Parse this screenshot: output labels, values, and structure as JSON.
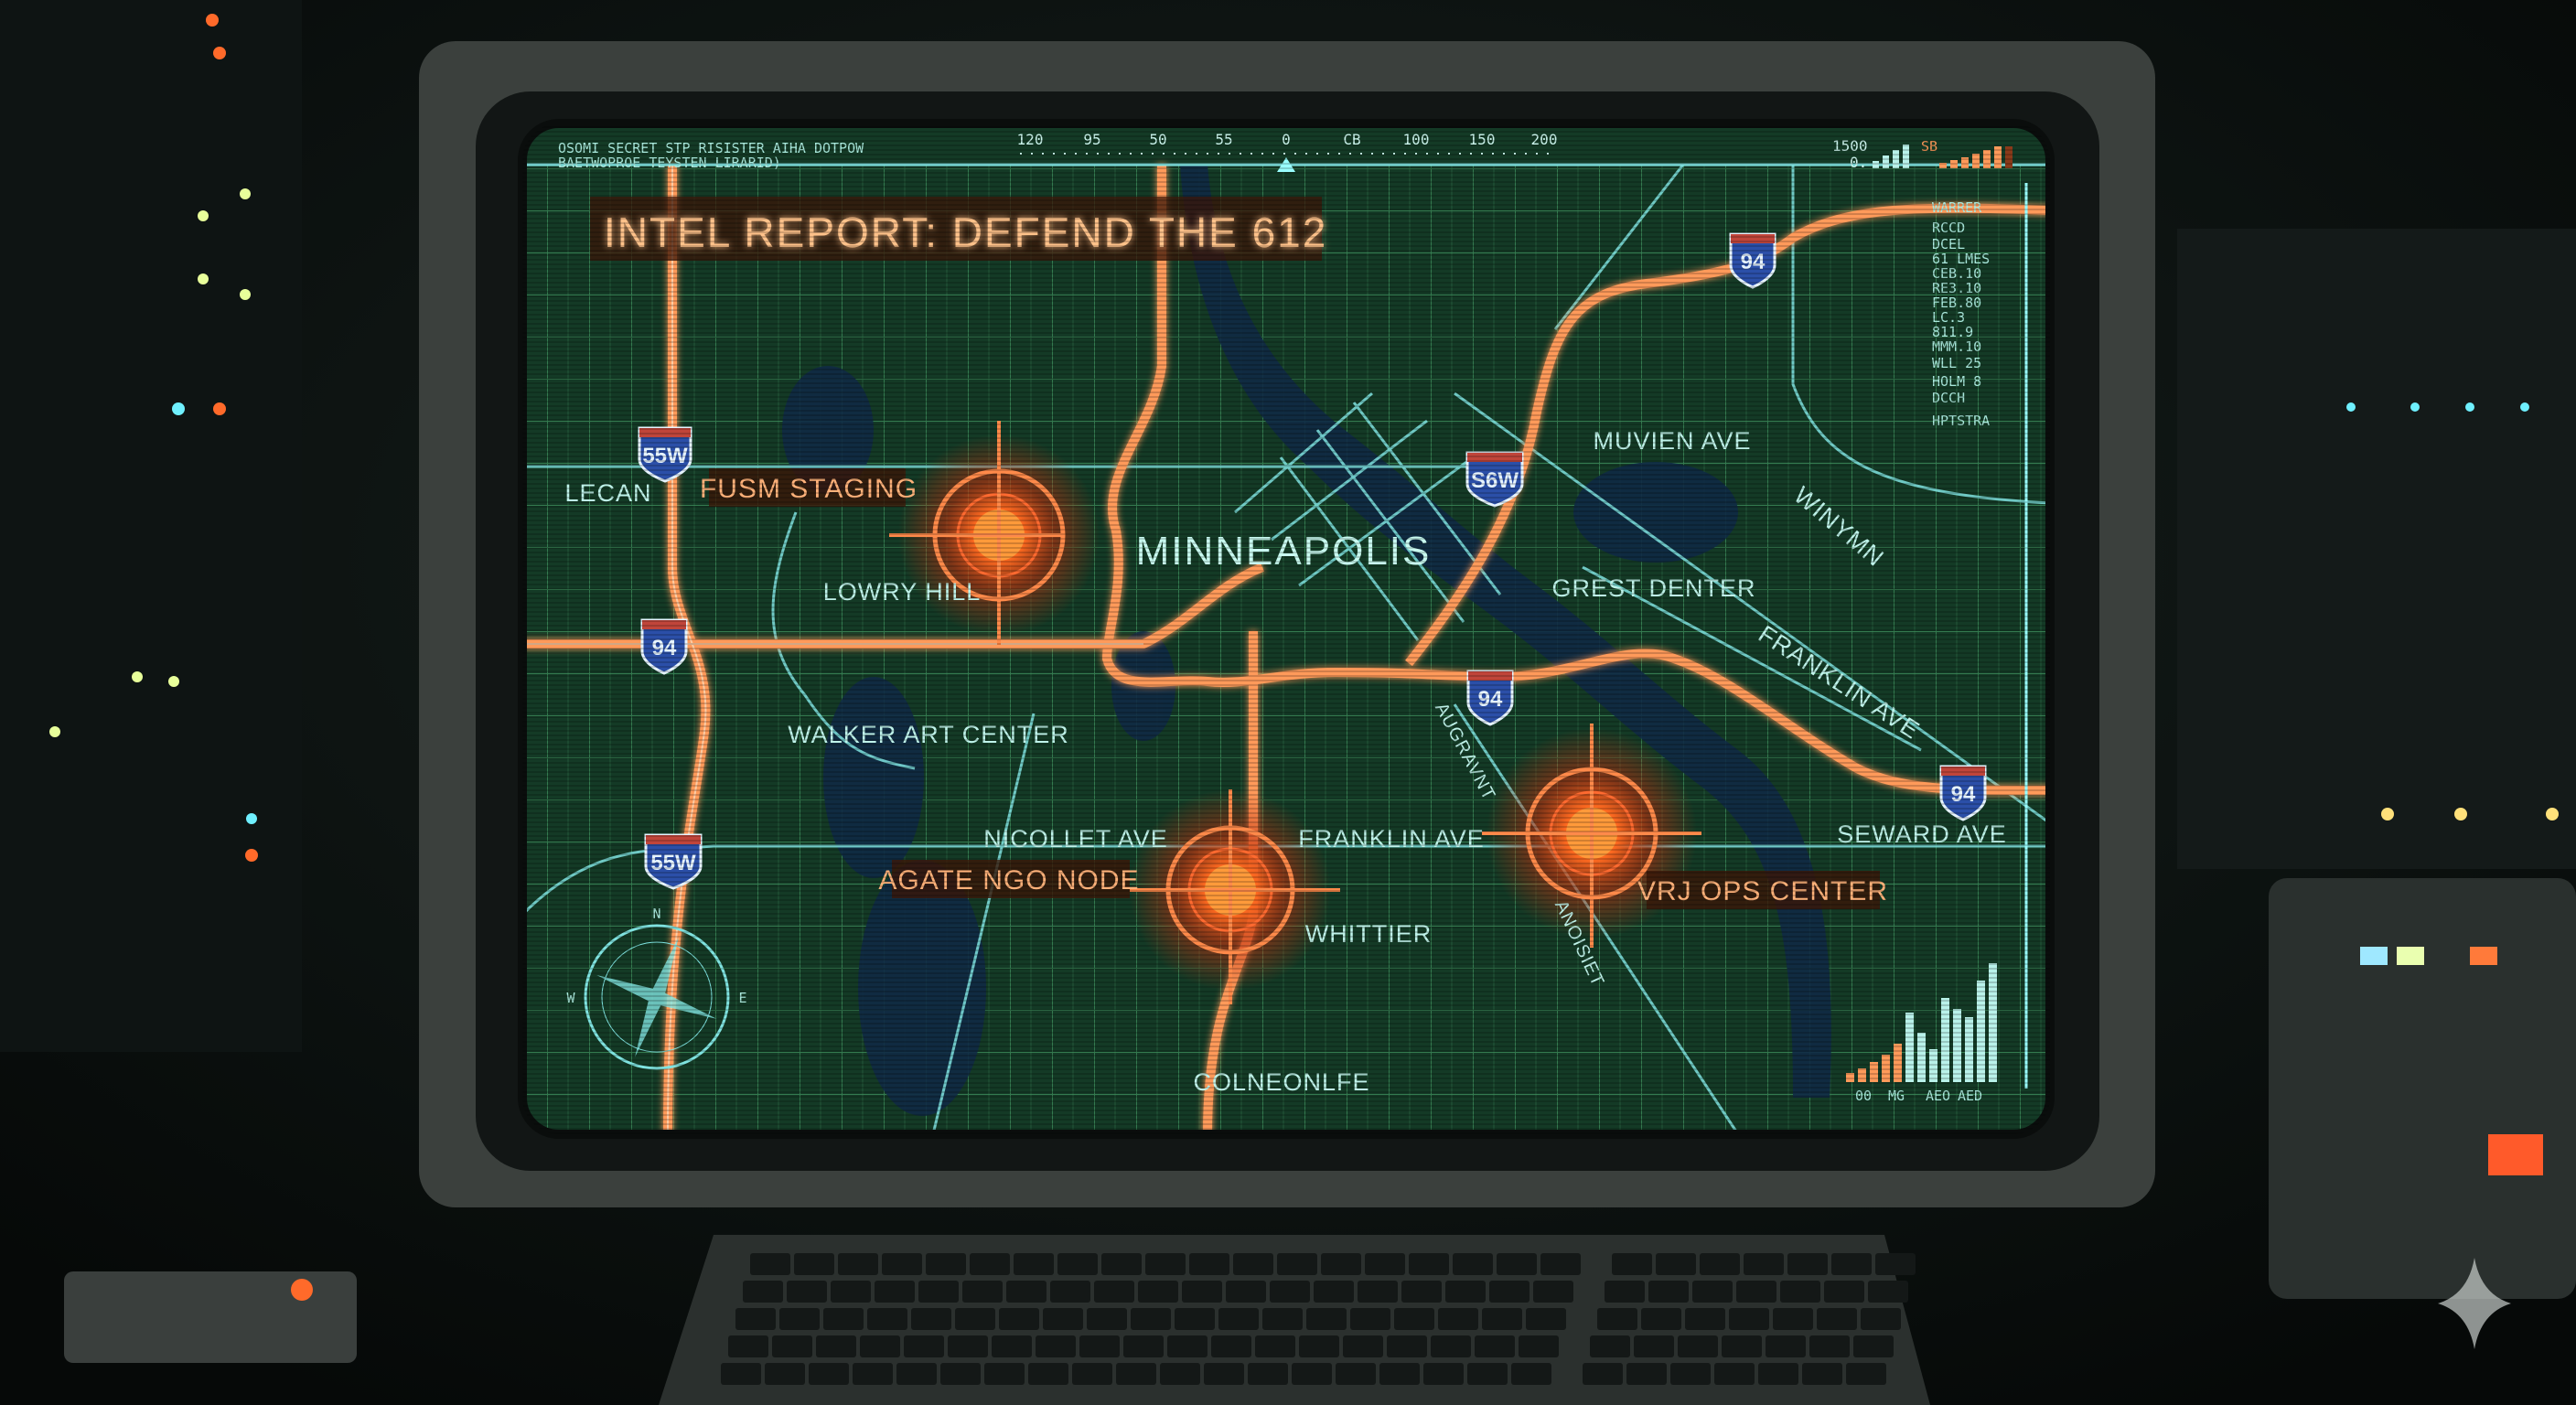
{
  "screen": {
    "title": "INTEL REPORT: DEFEND THE 612",
    "header_lines": [
      "OSOMI SECRET STP RISISTER AIHA DOTPOW",
      "BAETWOPROE TEYSTEN LIRARID)"
    ],
    "ruler_ticks": [
      "120",
      "95",
      "50",
      "55",
      "0",
      "CB",
      "100",
      "150",
      "200"
    ],
    "signal": {
      "value_top": "1500",
      "value_bottom": "0.",
      "orange_label": "SB"
    },
    "side_list": [
      "WARRER",
      "RCCD",
      "DCEL",
      "61 LMES",
      "CEB.10",
      "RE3.10",
      "FEB.80",
      "LC.3",
      "811.9",
      "MMM.10",
      "WLL 25",
      "HOLM 8",
      "DCCH",
      "HPTSTRA"
    ],
    "bar_chart_labels": [
      "00",
      "MG",
      "AEO",
      "AED"
    ],
    "bar_chart_values": [
      1,
      1.5,
      2.2,
      3,
      4.2,
      7.6,
      5.4,
      3.6,
      9.2,
      8,
      7.1,
      11.1,
      13
    ]
  },
  "map": {
    "city": "MINNEAPOLIS",
    "places": [
      "LECAN",
      "LOWRY HILL",
      "WALKER ART CENTER",
      "MUVIEN AVE",
      "WINYMN",
      "GREST DENTER",
      "FRANKLIN AVE",
      "SEWARD AVE",
      "NICOLLET AVE",
      "WHITTIER",
      "COLNEONLFE",
      "AUGRAVNT",
      "ANOISIET"
    ],
    "shields": [
      "55W",
      "94",
      "S6W",
      "94",
      "94",
      "94",
      "55W"
    ],
    "compass": [
      "N",
      "W",
      "E"
    ],
    "targets": [
      {
        "label": "FUSM STAGING"
      },
      {
        "label": "AGATE NGO NODE"
      },
      {
        "label": "VRJ OPS CENTER"
      }
    ],
    "colors": {
      "grid": "#3f8f5c",
      "road": "#ff9a5a",
      "street": "#7fe3e0",
      "water": "#0f2a45",
      "target": "#ff5a1f"
    }
  }
}
